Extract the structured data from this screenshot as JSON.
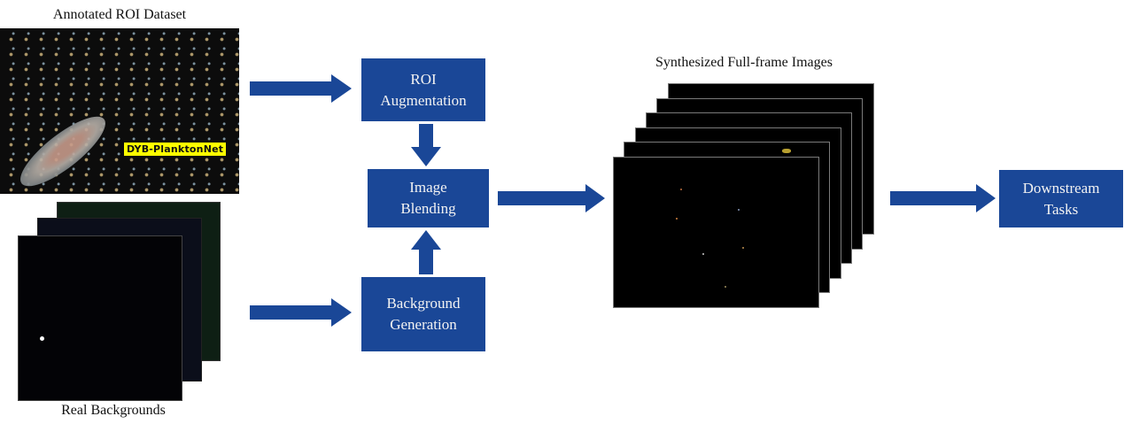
{
  "title_labels": {
    "roi_dataset": "Annotated ROI Dataset",
    "real_backgrounds": "Real Backgrounds",
    "synth_images": "Synthesized Full-frame Images"
  },
  "roi_image": {
    "badge": "DYB-PlanktonNet"
  },
  "boxes": {
    "roi_augmentation": [
      "ROI",
      "Augmentation"
    ],
    "image_blending": [
      "Image",
      "Blending"
    ],
    "background_generation": [
      "Background",
      "Generation"
    ],
    "downstream_tasks": [
      "Downstream",
      "Tasks"
    ]
  },
  "colors": {
    "box_fill": "#1a4797",
    "arrow_fill": "#1a4797",
    "box_text": "#f2f2f2",
    "background_frames": [
      "#0e1f14",
      "#0b0e1a",
      "#020205"
    ]
  },
  "synthesized_frame_count": 6,
  "background_frame_count": 3
}
